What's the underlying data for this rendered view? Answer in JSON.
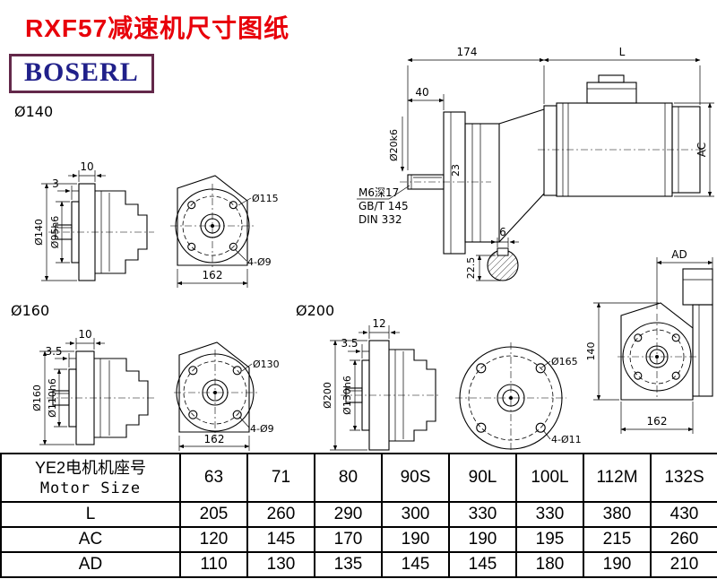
{
  "colors": {
    "title_red": "#e8000a",
    "logo_text_blue": "#20208a",
    "logo_border_plum": "#63284a",
    "drawing_line": "#000000"
  },
  "header": {
    "title": "RXF57减速机尺寸图纸",
    "logo": "BOSERL"
  },
  "main_view": {
    "dim_174": "174",
    "dim_L": "L",
    "dim_40": "40",
    "shaft_dia": "Ø20k6",
    "dim_23": "23",
    "dim_AC": "AC",
    "tap_note": "M6深17",
    "std_note1": "GB/T 145",
    "std_note2": "DIN 332",
    "key_width": "6",
    "key_height": "22.5"
  },
  "flange140": {
    "title": "Ø140",
    "dim_width": "10",
    "dim_step": "3",
    "dim_outer": "Ø140",
    "dim_spigot": "Ø95h6",
    "dim_bolt_circle": "Ø115",
    "dim_holes": "4-Ø9",
    "dim_length": "162"
  },
  "flange160": {
    "title": "Ø160",
    "dim_width": "10",
    "dim_step": "3.5",
    "dim_outer": "Ø160",
    "dim_spigot": "Ø110h6",
    "dim_bolt_circle": "Ø130",
    "dim_holes": "4-Ø9",
    "dim_length": "162"
  },
  "flange200": {
    "title": "Ø200",
    "dim_width": "12",
    "dim_step": "3.5",
    "dim_outer": "Ø200",
    "dim_spigot": "Ø130h6",
    "dim_bolt_circle": "Ø165",
    "dim_holes": "4-Ø11"
  },
  "end_view": {
    "dim_AD": "AD",
    "dim_height": "140",
    "dim_width": "162"
  },
  "table": {
    "header_cn": "YE2电机机座号",
    "header_en": "Motor Size",
    "columns": [
      "63",
      "71",
      "80",
      "90S",
      "90L",
      "100L",
      "112M",
      "132S"
    ],
    "rows": [
      {
        "label": "L",
        "values": [
          "205",
          "260",
          "290",
          "300",
          "330",
          "330",
          "380",
          "430"
        ]
      },
      {
        "label": "AC",
        "values": [
          "120",
          "145",
          "170",
          "190",
          "190",
          "195",
          "215",
          "260"
        ]
      },
      {
        "label": "AD",
        "values": [
          "110",
          "130",
          "135",
          "145",
          "145",
          "180",
          "190",
          "210"
        ]
      }
    ]
  }
}
